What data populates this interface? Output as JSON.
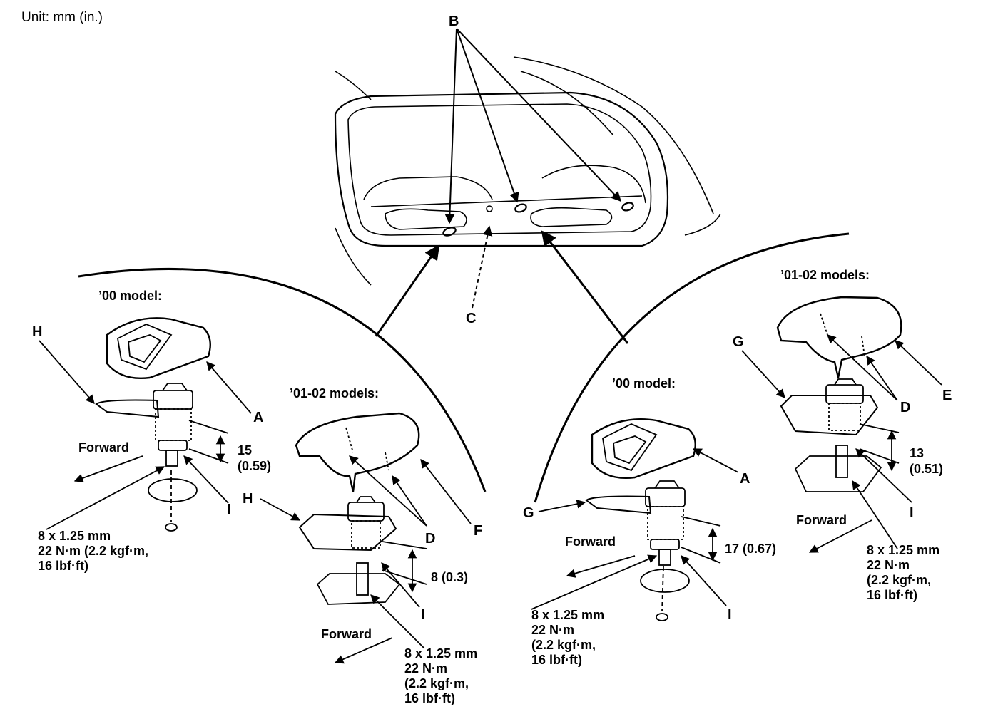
{
  "unit_label": "Unit: mm (in.)",
  "callouts": {
    "A_left": "A",
    "A_right": "A",
    "B": "B",
    "C": "C",
    "D_left": "D",
    "D_right": "D",
    "E": "E",
    "F": "F",
    "G_mid": "G",
    "G_right": "G",
    "H_left": "H",
    "H_mid": "H",
    "I_left": "I",
    "I_mid": "I",
    "I_center": "I",
    "I_right": "I"
  },
  "model_titles": {
    "left_00": "’00 model:",
    "left_0102": "’01-02 models:",
    "right_00": "’00 model:",
    "right_0102": "’01-02 models:"
  },
  "forward_label": "Forward",
  "dimensions": {
    "left_00": [
      "15",
      "(0.59)"
    ],
    "left_0102": "8 (0.3)",
    "right_00": "17 (0.67)",
    "right_0102": [
      "13",
      "(0.51)"
    ]
  },
  "torque_spec": {
    "left_00": [
      "8 x 1.25 mm",
      "22 N·m (2.2 kgf·m,",
      "16 lbf·ft)"
    ],
    "left_0102": [
      "8 x 1.25 mm",
      "22 N·m",
      "(2.2 kgf·m,",
      "16 lbf·ft)"
    ],
    "right_00": [
      "8 x 1.25 mm",
      "22 N·m",
      "(2.2 kgf·m,",
      "16 lbf·ft)"
    ],
    "right_0102": [
      "8 x 1.25 mm",
      "22 N·m",
      "(2.2 kgf·m,",
      "16 lbf·ft)"
    ]
  }
}
